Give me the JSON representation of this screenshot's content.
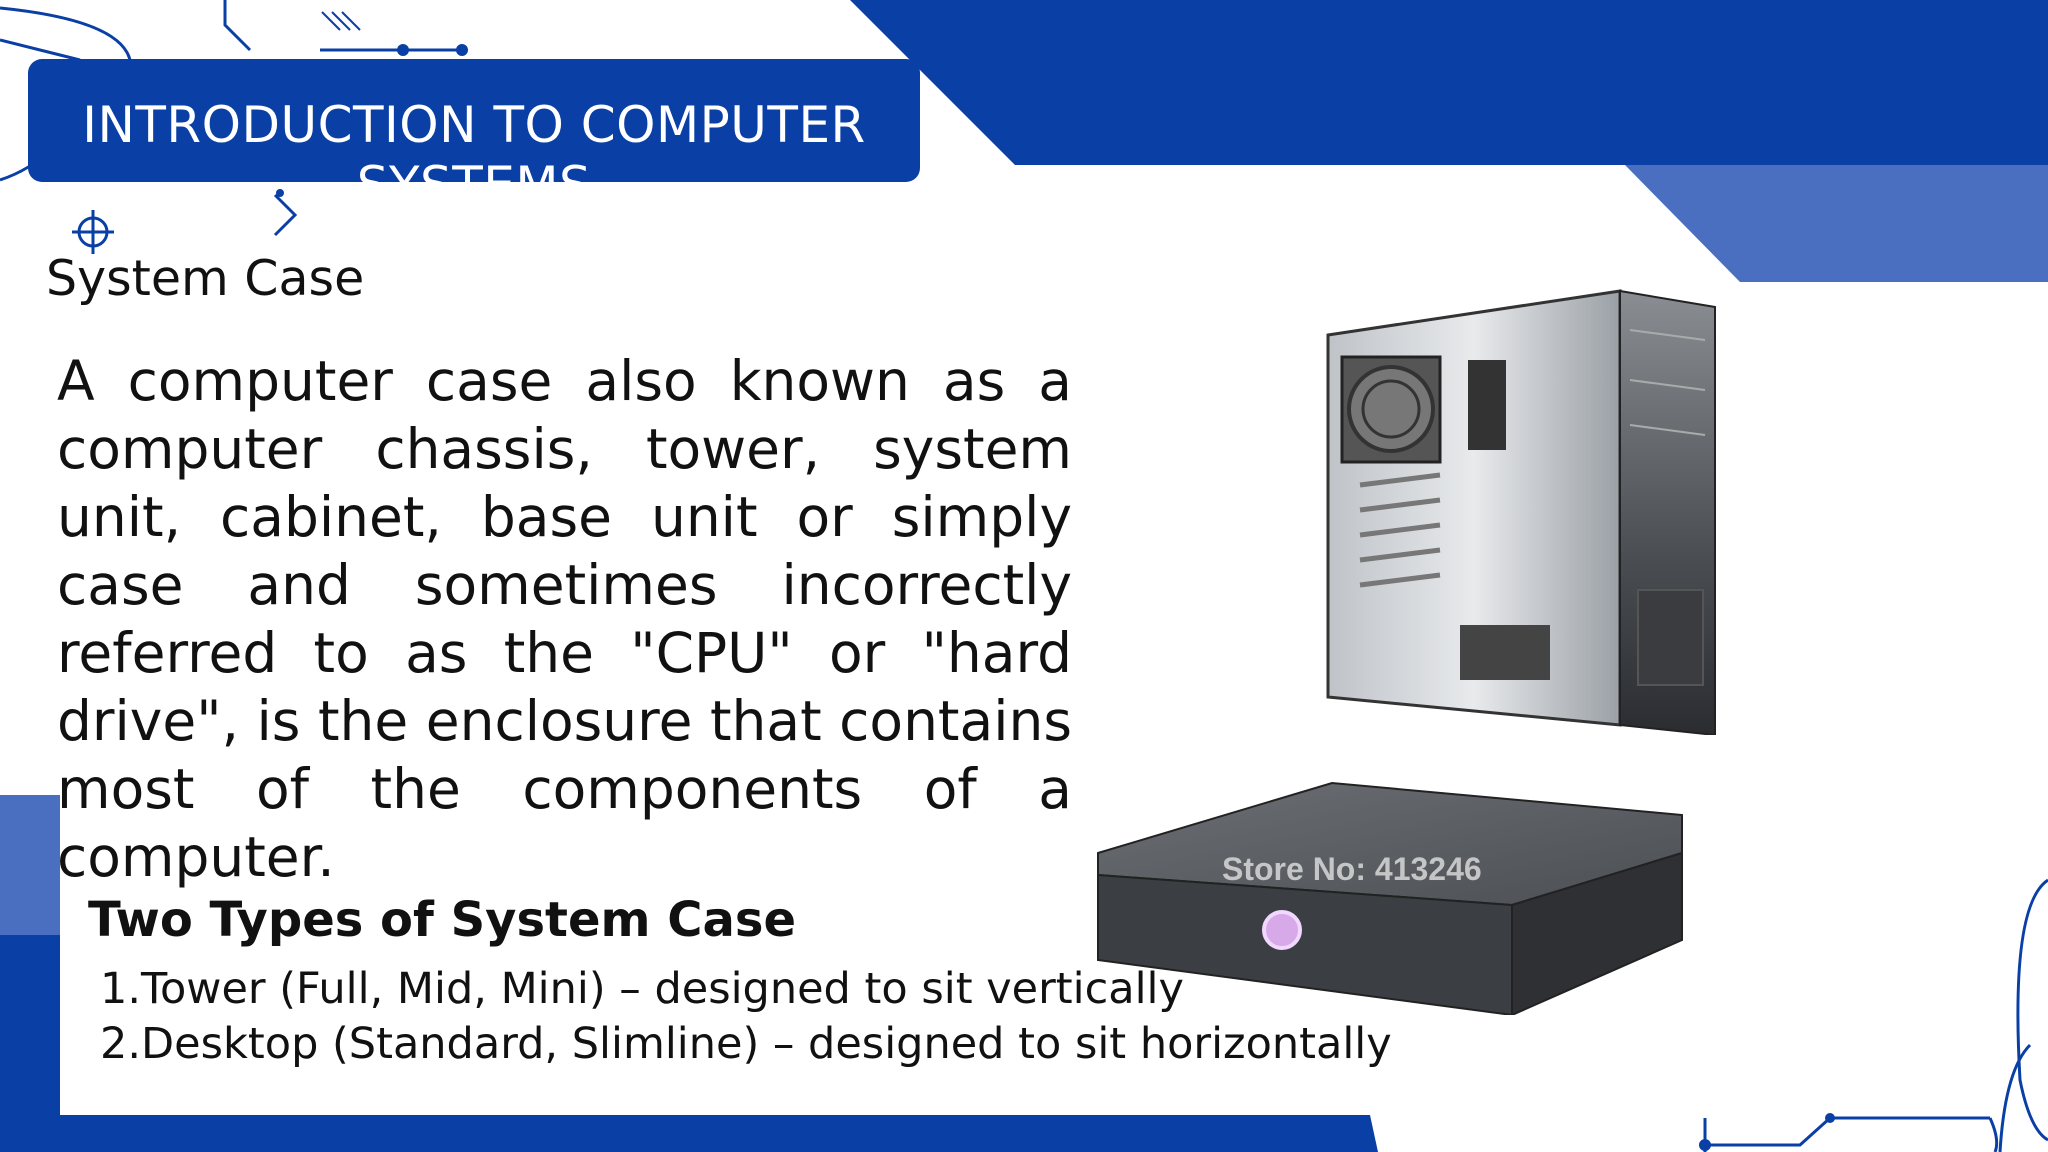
{
  "slide": {
    "title": "INTRODUCTION TO COMPUTER SYSTEMS",
    "subtitle": "System Case",
    "body": "A computer case also known as a computer chassis, tower, system unit, cabinet, base unit or simply case and sometimes incorrectly referred to as the \"CPU\" or \"hard drive\", is the enclosure that contains most of the components of a computer.",
    "types_heading": "Two Types of System Case",
    "types": [
      "1.Tower (Full, Mid, Mini) – designed to sit vertically",
      "2.Desktop (Standard, Slimline) – designed to sit horizontally"
    ],
    "watermark": "Store No: 413246"
  },
  "colors": {
    "primary_blue": "#0a3fa5",
    "light_blue": "#4a6fc0",
    "text": "#111111",
    "background": "#ffffff"
  }
}
